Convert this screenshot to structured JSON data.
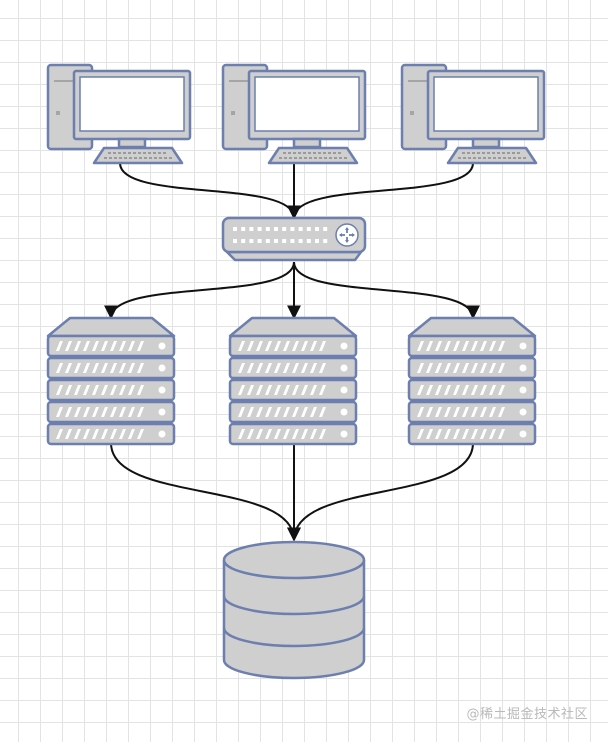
{
  "diagram": {
    "colors": {
      "stroke": "#6c7fae",
      "fill": "#cfcfcf",
      "screen": "#ffffff",
      "connector": "#111111",
      "background": "#ffffff",
      "grid": "#e3e3e3"
    },
    "nodes": [
      {
        "id": "computer-1",
        "kind": "desktop-computer-icon"
      },
      {
        "id": "computer-2",
        "kind": "desktop-computer-icon"
      },
      {
        "id": "computer-3",
        "kind": "desktop-computer-icon"
      },
      {
        "id": "switch",
        "kind": "network-switch-icon"
      },
      {
        "id": "server-1",
        "kind": "server-rack-icon"
      },
      {
        "id": "server-2",
        "kind": "server-rack-icon"
      },
      {
        "id": "server-3",
        "kind": "server-rack-icon"
      },
      {
        "id": "database",
        "kind": "database-icon"
      }
    ],
    "edges": [
      {
        "from": "computer-1",
        "to": "switch"
      },
      {
        "from": "computer-2",
        "to": "switch"
      },
      {
        "from": "computer-3",
        "to": "switch"
      },
      {
        "from": "switch",
        "to": "server-1"
      },
      {
        "from": "switch",
        "to": "server-2"
      },
      {
        "from": "switch",
        "to": "server-3"
      },
      {
        "from": "server-1",
        "to": "database"
      },
      {
        "from": "server-2",
        "to": "database"
      },
      {
        "from": "server-3",
        "to": "database"
      }
    ]
  },
  "watermark": "@稀土掘金技术社区"
}
